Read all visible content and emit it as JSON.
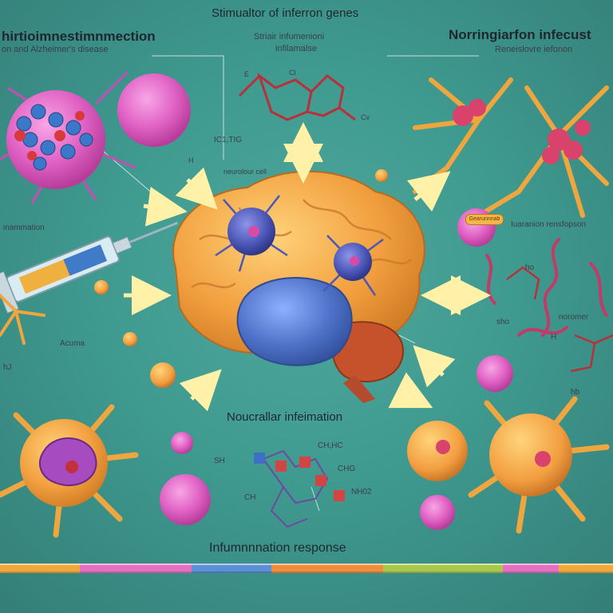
{
  "diagram": {
    "title": "Stimualtor of inferron genes",
    "title_sub_line1": "Striair infumenioni",
    "title_sub_line2": "infilamalse",
    "left_header": "hirtioimnestimnmection",
    "left_subheader": "on and Alzheimer's disease",
    "right_header": "Norringiarfon infecust",
    "right_subheader": "Reneislovre iefonon",
    "label_ic": "IC1,TIG",
    "label_h_left": "H",
    "label_neural_cell": "neurolour cell",
    "label_inflammation_left": "inammation",
    "label_acuma": "Acuma",
    "label_hj": "hJ",
    "label_right_response": "Iuaranion rensfopson",
    "badge_text": "Gearunnnab",
    "label_ho_1": "ho",
    "label_sho": "sho",
    "label_noromer": "noromer",
    "label_h_right": "H",
    "label_hb": "hb",
    "label_center_bottom": "Noucrallar infeimation",
    "label_ch_hc": "CH,HC",
    "label_sh": "SH",
    "label_chg": "CHG",
    "label_ch": "CH",
    "label_nh02": "NH02",
    "label_footer": "Infumnnnation response",
    "mol_top_e": "E",
    "mol_top_cl": "Cl",
    "mol_top_cv": "Cv"
  },
  "colors": {
    "background": "#449f95",
    "brain_cortex": "#f2a03f",
    "brain_temporal": "#4f72c9",
    "cerebellum": "#c6522b",
    "microglia": "#f0a63f",
    "pink_cell": "#e562c6",
    "blue_cell": "#4c57b8",
    "arrow": "#fff2a8",
    "molecule_bond": "#b8313a"
  },
  "bottom_strip_colors": [
    "#f1a83b",
    "#e66fc2",
    "#5b8fd6",
    "#f08d3c",
    "#a8c74c",
    "#e66fc2",
    "#f1a83b"
  ]
}
